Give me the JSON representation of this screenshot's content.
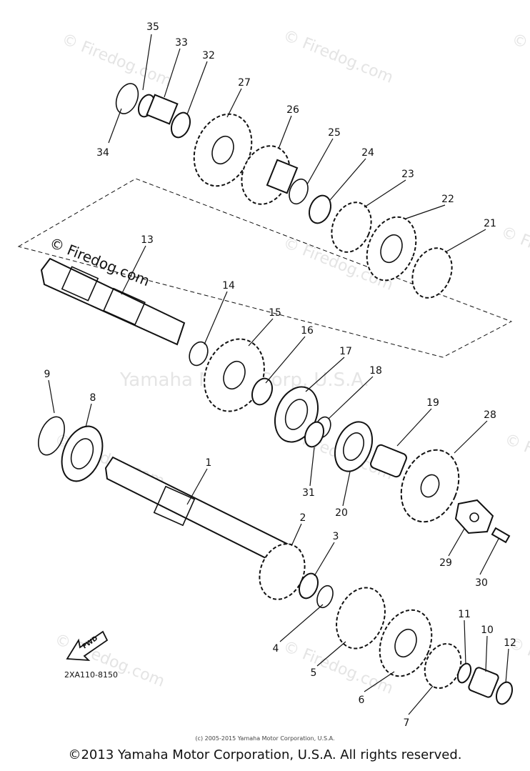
{
  "watermark": {
    "repeat_text": "© Firedog.com",
    "logo_text": "© Firedog.com",
    "center_text": "Yamaha Motor Corp, U.S.A."
  },
  "diagram": {
    "drawing_code": "2XA110-8150",
    "fwd_label": "FWD",
    "small_copyright": "(c) 2005-2015 Yamaha Motor Corporation, U.S.A.",
    "callouts": [
      "1",
      "2",
      "3",
      "4",
      "5",
      "6",
      "7",
      "8",
      "9",
      "10",
      "11",
      "12",
      "13",
      "14",
      "15",
      "16",
      "17",
      "18",
      "19",
      "20",
      "21",
      "22",
      "23",
      "24",
      "25",
      "26",
      "27",
      "28",
      "29",
      "30",
      "31",
      "32",
      "33",
      "34",
      "35"
    ]
  },
  "footer": {
    "copyright": "©2013 Yamaha Motor Corporation, U.S.A. All rights reserved."
  }
}
